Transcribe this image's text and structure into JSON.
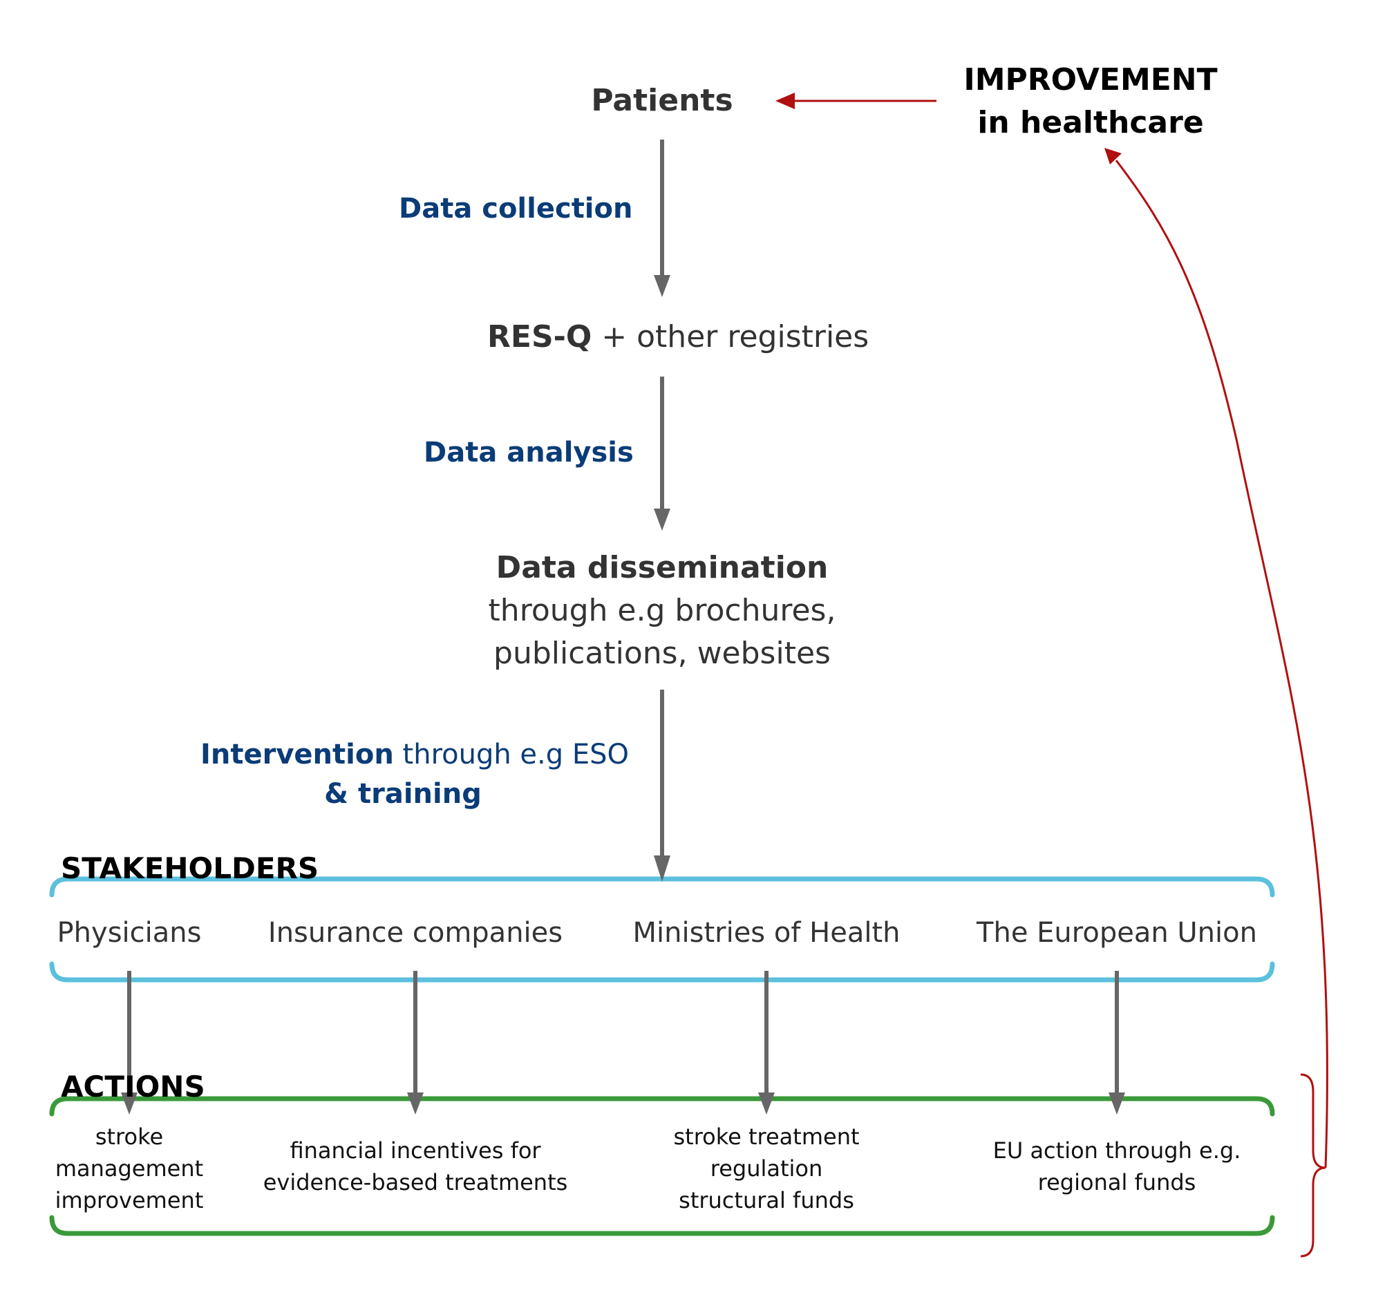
{
  "nodes": {
    "patients": "Patients",
    "improvement_line1": "IMPROVEMENT",
    "improvement_line2": "in healthcare",
    "resq_bold": "RES-Q",
    "resq_rest": " + other registries",
    "dissemination_title": "Data dissemination",
    "dissemination_line2": "through e.g brochures,",
    "dissemination_line3": "publications, websites"
  },
  "edges": {
    "data_collection": "Data collection",
    "data_analysis": "Data analysis",
    "intervention_bold": "Intervention",
    "intervention_rest": " through e.g ESO",
    "intervention_line2": "& training"
  },
  "stakeholders": {
    "heading": "STAKEHOLDERS",
    "items": [
      "Physicians",
      "Insurance companies",
      "Ministries of Health",
      "The European Union"
    ]
  },
  "actions": {
    "heading": "ACTIONS",
    "items": [
      [
        "stroke",
        "management",
        "improvement"
      ],
      [
        "financial incentives for",
        "evidence-based treatments"
      ],
      [
        "stroke treatment",
        "regulation",
        "structural funds"
      ],
      [
        "EU action through e.g.",
        "regional funds"
      ]
    ]
  },
  "colors": {
    "arrow_gray": "#666666",
    "feedback_red": "#b01010",
    "stakeholder_box": "#5bc0de",
    "action_box": "#3a9a3a",
    "label_blue": "#0b3c78"
  }
}
